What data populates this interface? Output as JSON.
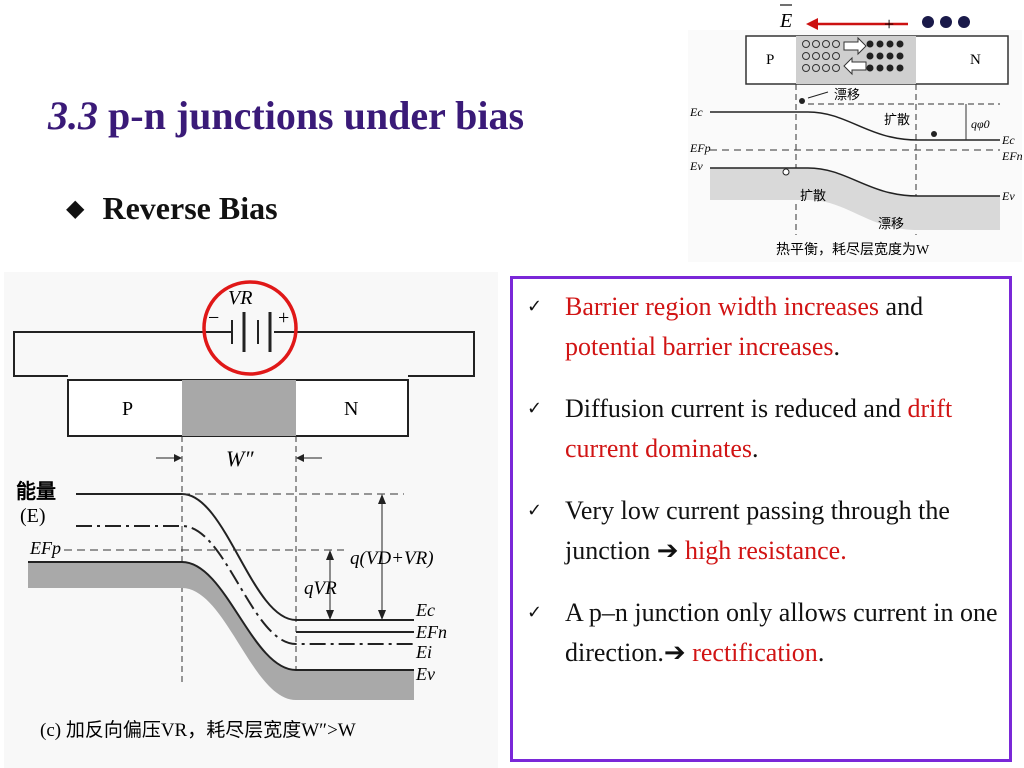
{
  "slide": {
    "title_num": "3.3",
    "title_text": "p-n junctions under bias",
    "bullet": "Reverse Bias"
  },
  "top_figure": {
    "e_label": "E",
    "plus": "+",
    "p": "P",
    "n": "N",
    "drift1": "漂移",
    "diff1": "扩散",
    "diff2": "扩散",
    "drift2": "漂移",
    "ec": "Ec",
    "efp": "EFp",
    "ev": "Ev",
    "ec_r": "Ec",
    "efn_r": "EFn",
    "ev_r": "Ev",
    "phi": "qφ0",
    "caption": "热平衡，耗尽层宽度为W"
  },
  "bottom_figure": {
    "vr": "VR",
    "minus": "−",
    "plus": "+",
    "p": "P",
    "n": "N",
    "w": "W″",
    "energy": "能量",
    "energy_sym": "(E)",
    "efp": "EFp",
    "qvr": "qVR",
    "qvd": "q(VD+VR)",
    "ec": "Ec",
    "efn": "EFn",
    "ei": "Ei",
    "ev": "Ev",
    "caption": "(c) 加反向偏压VR，耗尽层宽度W″>W"
  },
  "points": [
    {
      "parts": [
        {
          "t": "Barrier region width increases",
          "red": true
        },
        {
          "t": " and ",
          "red": false
        },
        {
          "t": "potential barrier increases",
          "red": true
        },
        {
          "t": ".",
          "red": false
        }
      ]
    },
    {
      "parts": [
        {
          "t": "Diffusion current is reduced and ",
          "red": false
        },
        {
          "t": "drift current dominates",
          "red": true
        },
        {
          "t": ".",
          "red": false
        }
      ]
    },
    {
      "parts": [
        {
          "t": "Very low current passing through the junction ➔ ",
          "red": false
        },
        {
          "t": "high resistance.",
          "red": true
        }
      ]
    },
    {
      "parts": [
        {
          "t": "A p–n junction only allows current in one direction.➔ ",
          "red": false
        },
        {
          "t": "rectification",
          "red": true
        },
        {
          "t": ".",
          "red": false
        }
      ]
    }
  ]
}
